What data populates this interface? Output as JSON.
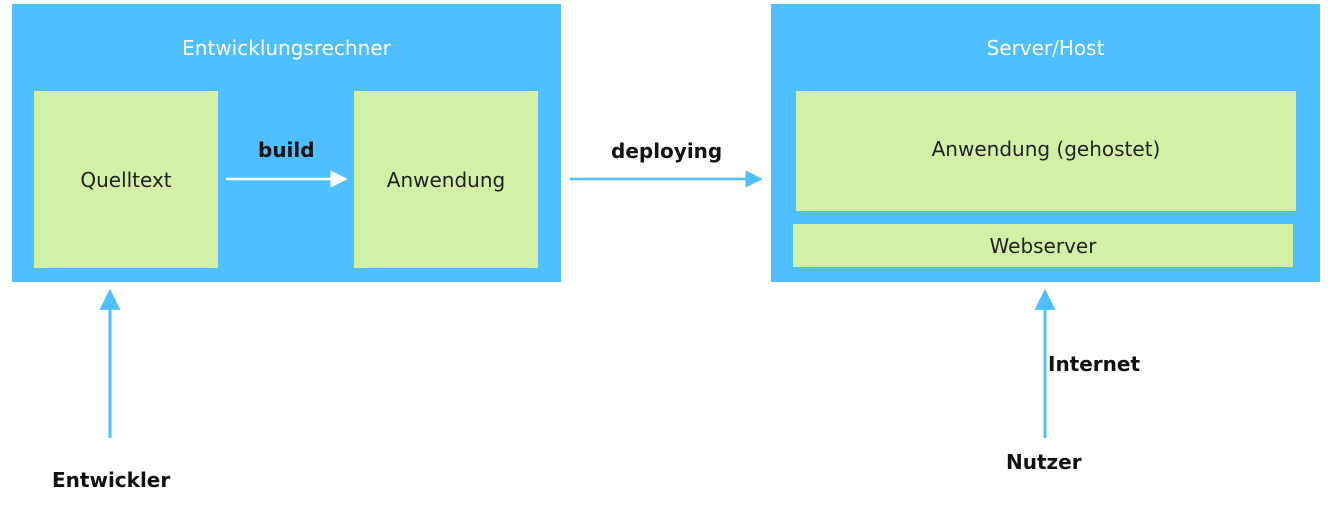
{
  "dev_machine": {
    "title": "Entwicklungsrechner",
    "source_box": "Quelltext",
    "app_box": "Anwendung",
    "build_label": "build"
  },
  "deploy_label": "deploying",
  "server": {
    "title": "Server/Host",
    "hosted_app_box": "Anwendung (gehostet)",
    "webserver_box": "Webserver"
  },
  "developer_label": "Entwickler",
  "internet_label": "Internet",
  "user_label": "Nutzer",
  "colors": {
    "container": "#4fbfff",
    "box": "#d2f0a6",
    "arrow_light": "#ffffff",
    "arrow_blue": "#4fbfff"
  }
}
